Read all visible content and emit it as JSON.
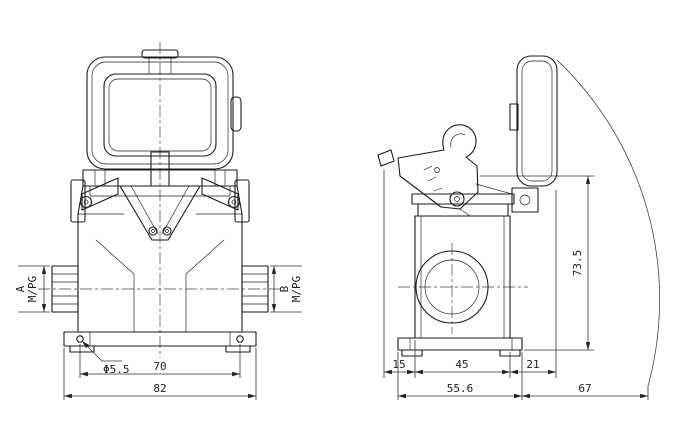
{
  "drawing": {
    "front": {
      "port_a_label": "A",
      "port_a_thread": "M/PG",
      "port_b_label": "B",
      "port_b_thread": "M/PG",
      "mount_hole_dia": "Φ5.5",
      "hole_spacing": "70",
      "flange_width": "82"
    },
    "side": {
      "height": "73.5",
      "lever_offset": "15",
      "body_width": "45",
      "hinge_offset": "21",
      "flange_depth": "55.6",
      "cover_swing": "67"
    }
  }
}
